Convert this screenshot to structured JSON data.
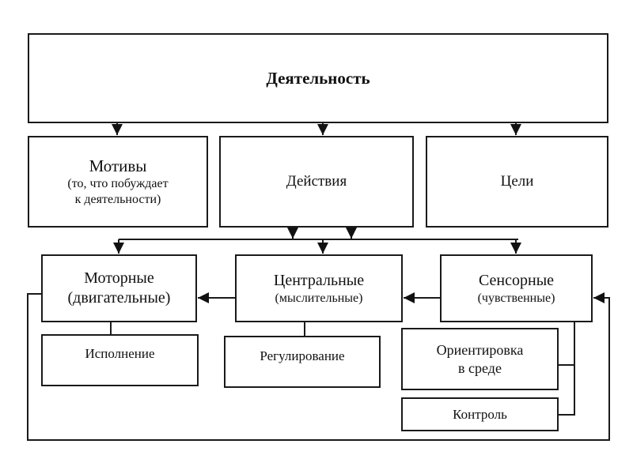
{
  "diagram": {
    "root": {
      "label": "Деятельность"
    },
    "level1": [
      {
        "id": "motives",
        "label": "Мотивы",
        "sublabel1": "(то, что побуждает",
        "sublabel2": "к деятельности)"
      },
      {
        "id": "actions",
        "label": "Действия"
      },
      {
        "id": "goals",
        "label": "Цели"
      }
    ],
    "level2": [
      {
        "id": "motor",
        "label": "Моторные",
        "sublabel": "(двигательные)"
      },
      {
        "id": "central",
        "label": "Центральные",
        "sublabel": "(мыслительные)"
      },
      {
        "id": "sensory",
        "label": "Сенсорные",
        "sublabel": "(чувственные)"
      }
    ],
    "level3": [
      {
        "id": "execution",
        "label": "Исполнение",
        "parent": "motor"
      },
      {
        "id": "regulation",
        "label": "Регулирование",
        "parent": "central"
      },
      {
        "id": "orientation",
        "label": "Ориентировка",
        "label2": "в среде",
        "parent": "sensory"
      },
      {
        "id": "control",
        "label": "Контроль",
        "parent": "sensory"
      }
    ],
    "edges": [
      {
        "from": "root",
        "to": "motives"
      },
      {
        "from": "root",
        "to": "actions"
      },
      {
        "from": "root",
        "to": "goals"
      },
      {
        "from": "actions",
        "to": "bus"
      },
      {
        "from": "bus",
        "to": "motor"
      },
      {
        "from": "bus",
        "to": "central"
      },
      {
        "from": "bus",
        "to": "sensory"
      },
      {
        "from": "central",
        "to": "motor"
      },
      {
        "from": "sensory",
        "to": "central"
      },
      {
        "from": "motor",
        "to": "sensory",
        "type": "feedback"
      },
      {
        "from": "orientation",
        "to": "sensory"
      },
      {
        "from": "control",
        "to": "sensory"
      }
    ]
  }
}
